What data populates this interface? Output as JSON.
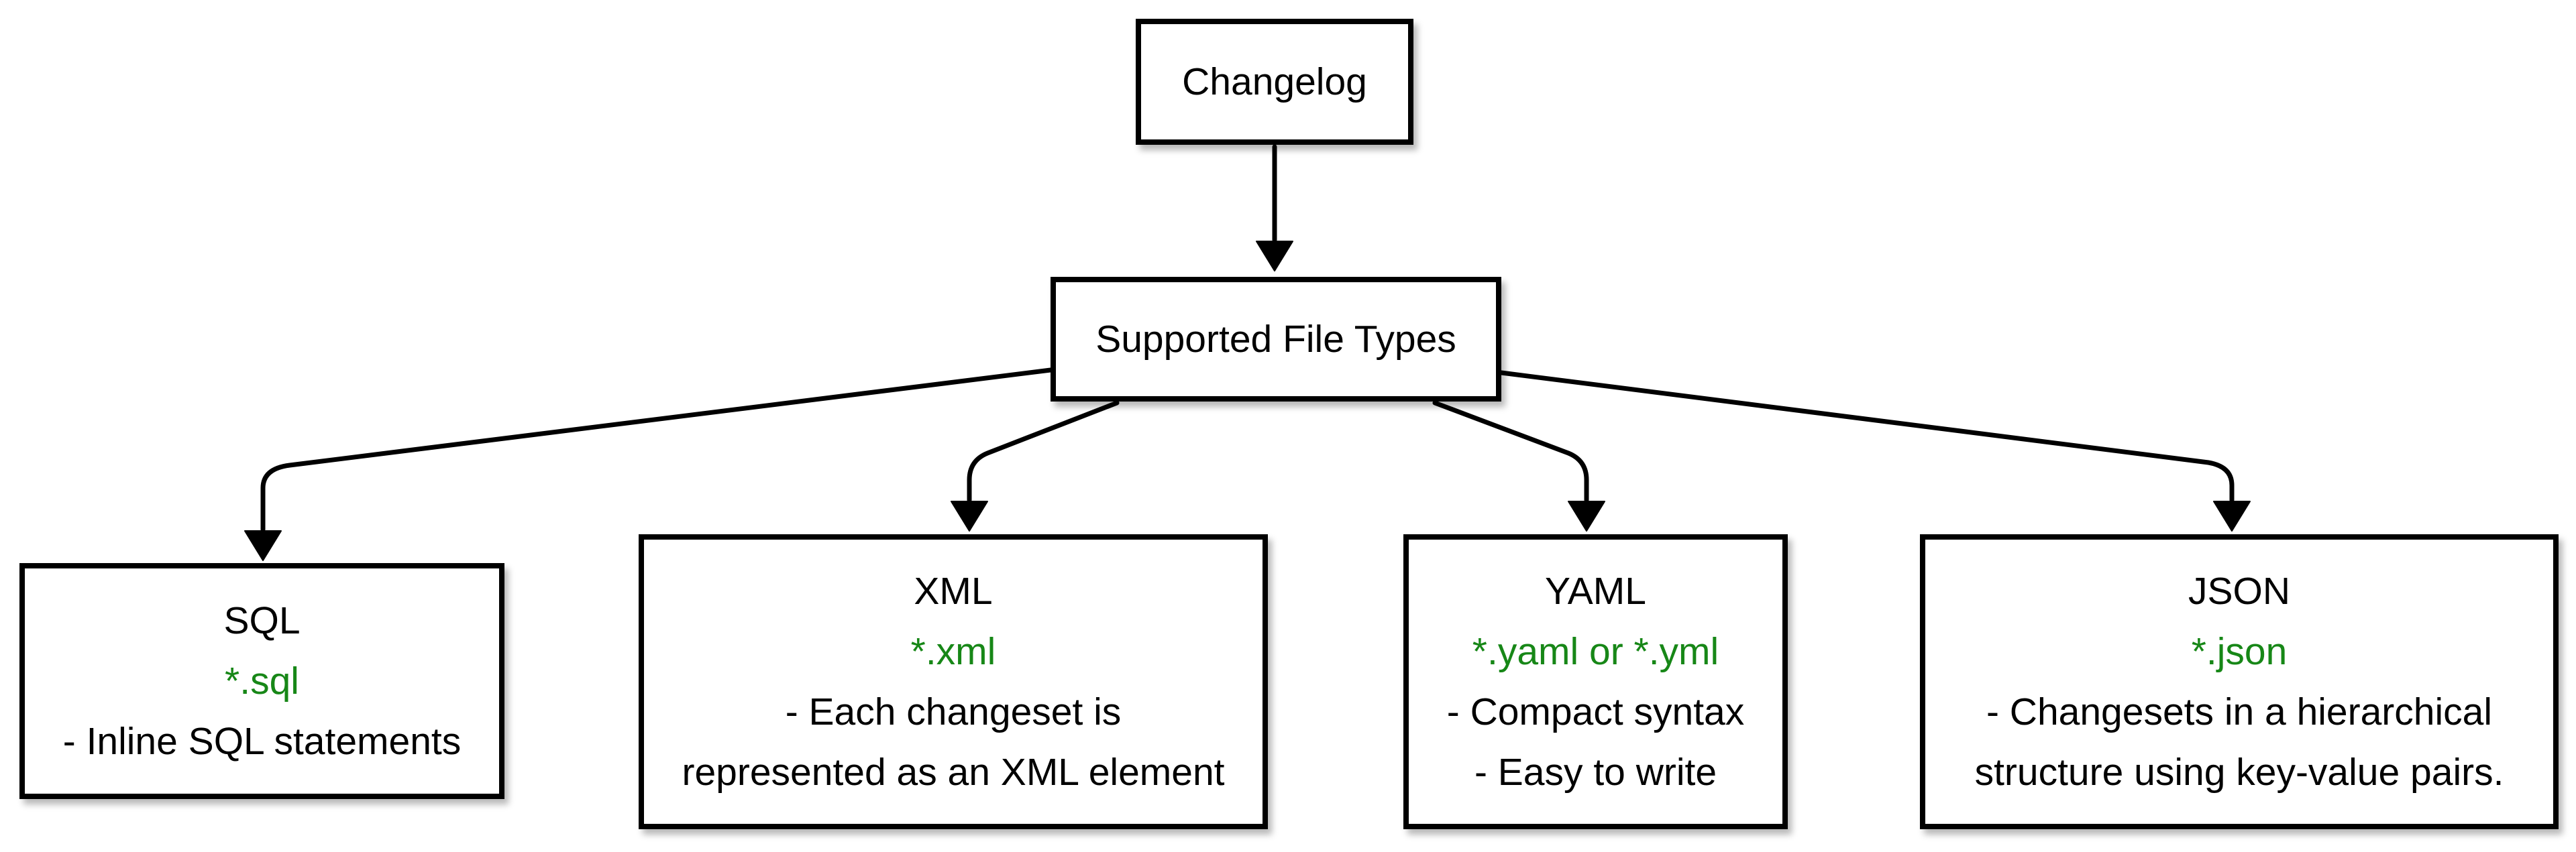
{
  "diagram": {
    "root_node": {
      "label": "Changelog"
    },
    "hub_node": {
      "label": "Supported File Types"
    },
    "file_types": [
      {
        "title": "SQL",
        "extension": "*.sql",
        "description_lines": [
          "- Inline SQL statements"
        ]
      },
      {
        "title": "XML",
        "extension": "*.xml",
        "description_lines": [
          "- Each changeset is",
          "represented as an XML element"
        ]
      },
      {
        "title": "YAML",
        "extension": "*.yaml or *.yml",
        "description_lines": [
          "- Compact syntax",
          "- Easy to write"
        ]
      },
      {
        "title": "JSON",
        "extension": "*.json",
        "description_lines": [
          "- Changesets in a hierarchical",
          "structure using key-value pairs."
        ]
      }
    ],
    "colors": {
      "extension_text": "#178717",
      "box_border": "#000000",
      "box_fill": "#ffffff",
      "arrow": "#000000",
      "background": "#ffffff"
    }
  }
}
